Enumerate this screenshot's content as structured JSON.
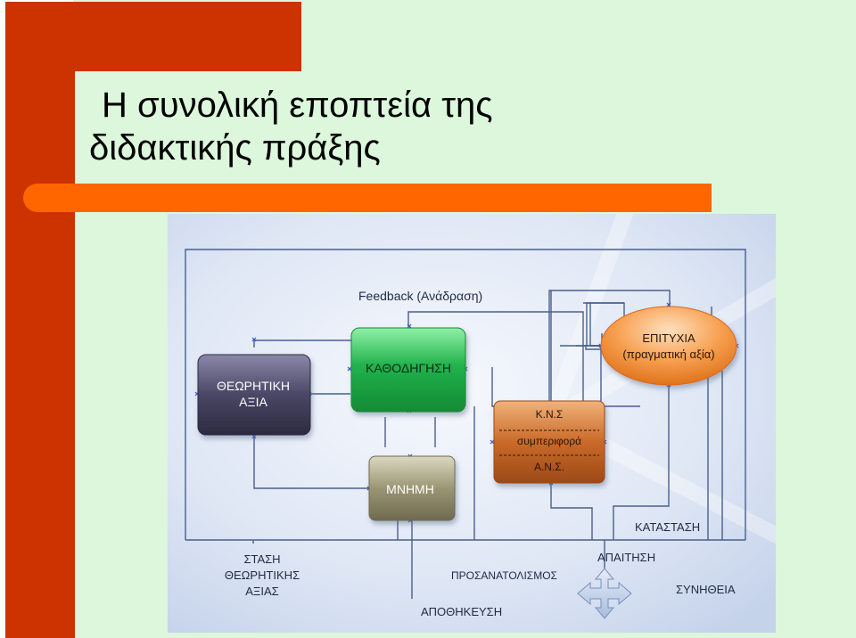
{
  "slide": {
    "title_line1": "Η συνολική εποπτεία της",
    "title_line2": "διδακτικής πράξης"
  },
  "diagram": {
    "feedback_label": "Feedback (Ανάδραση)",
    "boxes": {
      "theoretical_value": [
        "ΘΕΩΡΗΤΙΚΗ",
        "ΑΞΙΑ"
      ],
      "guidance": "ΚΑΘΟΔΗΓΗΣΗ",
      "memory": "ΜΝΗΜΗ",
      "knowledge_behavior": [
        "Κ.Ν.Σ",
        "συμπεριφορά",
        "Α.Ν.Σ."
      ],
      "success": [
        "ΕΠΙΤΥΧΙΑ",
        "(πραγματική αξία)"
      ]
    },
    "labels": {
      "attitude": [
        "ΣΤΑΣΗ",
        "ΘΕΩΡΗΤΙΚΗΣ",
        "ΑΞΙΑΣ"
      ],
      "orientation": "ΠΡΟΣΑΝΑΤΟΛΙΣΜΟΣ",
      "requirement": "ΑΠΑΙΤΗΣΗ",
      "state": "ΚΑΤΑΣΤΑΣΗ",
      "habit": "ΣΥΝΗΘΕΙΑ",
      "storage": "ΑΠΟΘΗΚΕΥΣΗ"
    },
    "colors": {
      "background_light": "#eef2fa",
      "background_dark": "#c4d2ea",
      "connector": "#4a5f8c",
      "theoretical_box": "#4a4766",
      "guidance_box": "#22b24c",
      "memory_box": "#9a9573",
      "knowledge_box": "#c96a2a",
      "success_ellipse": "#f08a3a"
    }
  }
}
